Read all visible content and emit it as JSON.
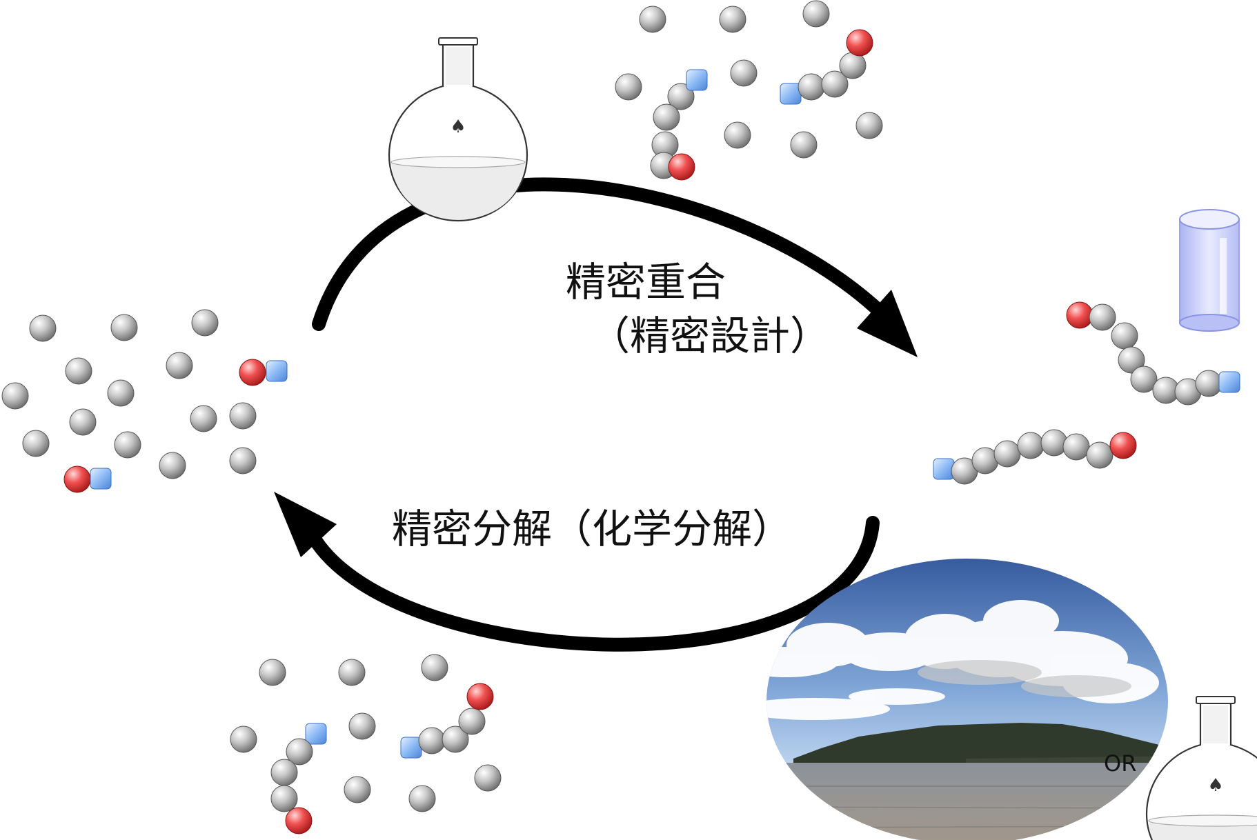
{
  "labels": {
    "precision_polymerization": "精密重合",
    "precision_design": "（精密設計）",
    "precision_degradation": "精密分解（化学分解）",
    "or": "OR"
  },
  "icons": {
    "monomer": "gray-sphere-icon",
    "initiator": "red-sphere-icon",
    "terminator": "blue-cube-icon",
    "flask": "round-bottom-flask-icon",
    "cylinder": "glass-cylinder-icon",
    "photo": "seashore-photo"
  },
  "colors": {
    "monomer": "#9a9a9a",
    "initiator": "#e04545",
    "terminator": "#7fb0f0",
    "arrow": "#000000"
  }
}
